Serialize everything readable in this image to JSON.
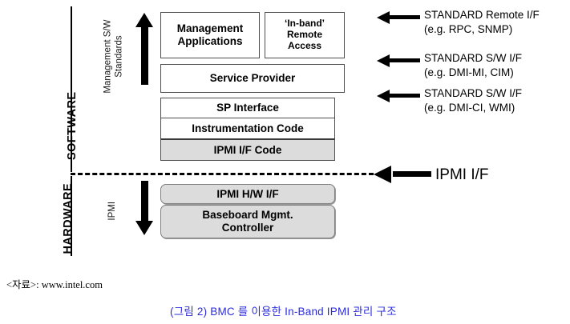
{
  "diagram": {
    "domains": [
      {
        "id": "software",
        "label": "SOFTWARE"
      },
      {
        "id": "hardware",
        "label": "HARDWARE"
      }
    ],
    "side_notes": [
      {
        "id": "mgmt-standards",
        "label": "Management S/W\nStandards",
        "line1": "Management S/W",
        "line2": "Standards"
      },
      {
        "id": "ipmi",
        "label": "IPMI"
      }
    ],
    "boxes": [
      {
        "id": "management-applications",
        "line1": "Management",
        "line2": "Applications"
      },
      {
        "id": "inband-remote-access",
        "line1": "‘In-band’",
        "line2": "Remote",
        "line3": "Access"
      },
      {
        "id": "service-provider",
        "line1": "Service Provider"
      },
      {
        "id": "sp-interface",
        "line1": "SP Interface"
      },
      {
        "id": "instrumentation-code",
        "line1": "Instrumentation Code"
      },
      {
        "id": "ipmi-if-code",
        "line1": "IPMI I/F Code"
      },
      {
        "id": "ipmi-hw-if",
        "line1": "IPMI H/W I/F"
      },
      {
        "id": "baseboard-mgmt-controller",
        "line1": "Baseboard Mgmt.",
        "line2": "Controller"
      }
    ],
    "annotations": [
      {
        "id": "standard-remote-if",
        "line1": "STANDARD Remote I/F",
        "line2": "(e.g. RPC, SNMP)"
      },
      {
        "id": "standard-sw-if-mi",
        "line1": "STANDARD S/W I/F",
        "line2": "(e.g. DMI-MI, CIM)"
      },
      {
        "id": "standard-sw-if-ci",
        "line1": "STANDARD S/W I/F",
        "line2": "(e.g. DMI-CI, WMI)"
      },
      {
        "id": "ipmi-if",
        "line1": "IPMI I/F"
      }
    ],
    "colors": {
      "box_fill": "#ffffff",
      "gray_fill": "#dcdcdc",
      "border": "#4d4d4d",
      "caption": "#2b2bdd",
      "line": "#000000"
    }
  },
  "footer": {
    "source": "<자료>: www.intel.com",
    "caption": "(그림 2) BMC 를 이용한 In-Band IPMI 관리 구조"
  }
}
